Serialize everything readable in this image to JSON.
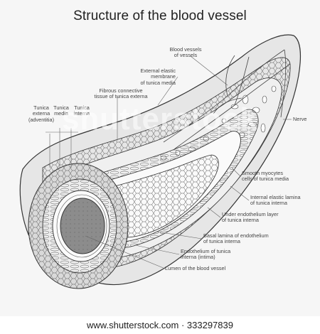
{
  "title": "Structure of the blood vessel",
  "labels": {
    "blood_vessels_of_vessels": "Blood vessels\nof vessels",
    "external_elastic": "External elastic\nmembrane\nof tunica media",
    "fibrous_connective": "Fibrous connective\ntissue of tunica externa",
    "tunica_externa": "Tunica\nexterna\n(adventitia)",
    "tunica_media": "Tunica\nmedia",
    "tunica_interna": "Tunica\ninterna",
    "nerve": "Nerve",
    "smooth_myocytes": "Smooth myocytes\ncells of tunica media",
    "internal_elastic": "Internal elastic lamina\nof tunica interna",
    "under_endothelium": "Under endothelium layer\nof tunica interna",
    "basal_lamina": "Basal lamina of endothelium\nof tunica interna",
    "endothelium": "Endothelium of tunica\ninterna (intima)",
    "lumen": "Lumen of the blood vessel"
  },
  "watermark": "shutterstock",
  "footer": "www.shutterstock.com · 333297839",
  "colors": {
    "background": "#f6f6f6",
    "line": "#333333",
    "lumen_fill": "#8c8c8c",
    "outer_fill": "#d9d9d9"
  }
}
